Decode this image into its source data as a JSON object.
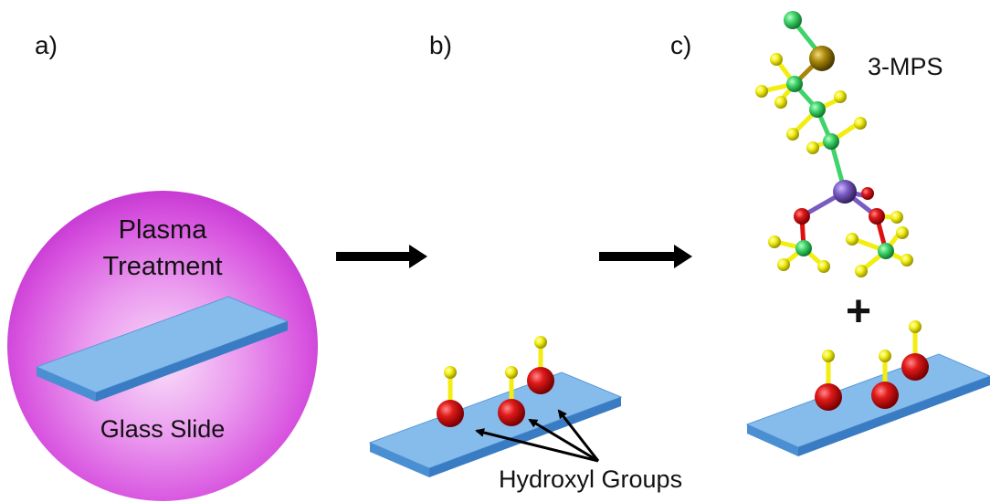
{
  "panels": {
    "a": {
      "label": "a)"
    },
    "b": {
      "label": "b)"
    },
    "c": {
      "label": "c)"
    }
  },
  "plasma": {
    "label_line1": "Plasma",
    "label_line2": "Treatment",
    "slide_label": "Glass Slide"
  },
  "hydroxyl_label": "Hydroxyl Groups",
  "molecule_label": "3-MPS",
  "plus_sign": "+",
  "colors": {
    "plasma_center": "#f4c8f6",
    "plasma_mid": "#e27ee8",
    "plasma_edge": "#c63ad2",
    "slide_top": "#7fb6ea",
    "slide_side": "#4b8fd3",
    "slide_edge": "#3c7cc4",
    "oxygen": "#dd1111",
    "hydrogen": "#f2ee10",
    "carbon": "#3fd36a",
    "silicon": "#7a5bc2",
    "sulfur": "#a7860a",
    "arrow": "#000000"
  },
  "icons": [
    "right-arrow-icon",
    "glass-slide-icon",
    "hydroxyl-group-icon",
    "mps-molecule-icon",
    "plus-icon"
  ]
}
